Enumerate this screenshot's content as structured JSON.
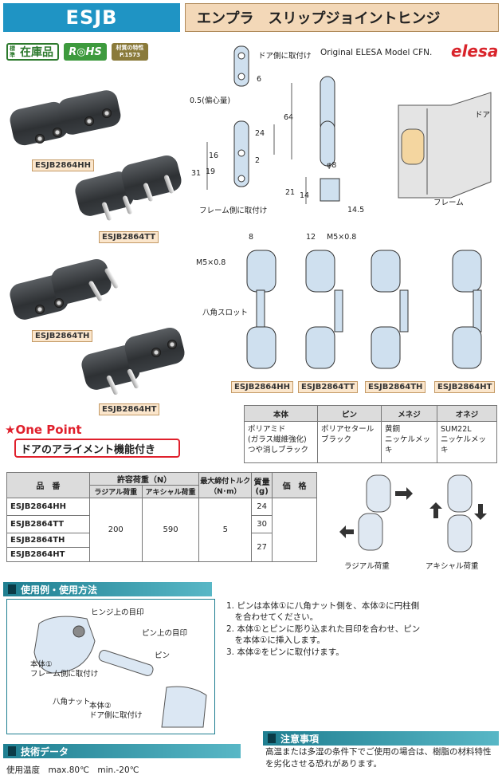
{
  "header": {
    "code": "ESJB",
    "title": "エンプラ　スリップジョイントヒンジ"
  },
  "badges": {
    "stock_small": "標準",
    "stock": "在庫品",
    "rohs": "R◎HS",
    "material_line1": "材質の特性",
    "material_line2": "P.1573"
  },
  "brand": {
    "original_text": "Original ELESA Model CFN.",
    "logo": "elesa"
  },
  "photos": [
    {
      "label": "ESJB2864HH"
    },
    {
      "label": "ESJB2864TT"
    },
    {
      "label": "ESJB2864TH"
    },
    {
      "label": "ESJB2864HT"
    }
  ],
  "drawing": {
    "door_side": "ドア側に取付け",
    "frame_side": "フレーム側に取付け",
    "offset": "0.5(偏心量)",
    "dim_6": "6",
    "dim_24": "24",
    "dim_2": "2",
    "dim_64": "64",
    "dim_31": "31",
    "dim_19": "19",
    "dim_16": "16",
    "dim_phi8": "φ8",
    "dim_21": "21",
    "dim_14": "14",
    "dim_145": "14.5",
    "dim_8": "8",
    "dim_12": "12",
    "thread_m5_a": "M5×0.8",
    "thread_m5_b": "M5×0.8",
    "hex_slot": "八角スロット",
    "door_label": "ドア",
    "frame_label": "フレーム",
    "variants": [
      "ESJB2864HH",
      "ESJB2864TT",
      "ESJB2864TH",
      "ESJB2864HT"
    ]
  },
  "material_table": {
    "headers": [
      "本体",
      "ピン",
      "メネジ",
      "オネジ"
    ],
    "row": [
      "ポリアミド\n(ガラス繊維強化)\nつや消しブラック",
      "ポリアセタール\nブラック",
      "黄銅\nニッケルメッキ",
      "SUM22L\nニッケルメッキ"
    ]
  },
  "one_point": {
    "title": "★One Point",
    "text": "ドアのアライメント機能付き"
  },
  "product_table": {
    "h_code": "品　番",
    "h_load": "許容荷重（N）",
    "h_radial": "ラジアル荷重",
    "h_axial": "アキシャル荷重",
    "h_torque": "最大締付トルク\n（N･m）",
    "h_mass": "質量\n(g)",
    "h_price": "価　格",
    "rows": [
      {
        "code": "ESJB2864HH",
        "mass": "24"
      },
      {
        "code": "ESJB2864TT",
        "mass": "30"
      },
      {
        "code": "ESJB2864TH",
        "mass": "27"
      },
      {
        "code": "ESJB2864HT",
        "mass": ""
      }
    ],
    "radial": "200",
    "axial": "590",
    "torque": "5"
  },
  "load_diagram": {
    "radial_label": "ラジアル荷重",
    "axial_label": "アキシャル荷重"
  },
  "usage": {
    "title": "使用例・使用方法",
    "mark_hinge": "ヒンジ上の目印",
    "mark_pin": "ピン上の目印",
    "pin": "ピン",
    "body1": "本体①\nフレーム側に取付け",
    "hex_nut": "八角ナット",
    "body2": "本体②\nドア側に取付け",
    "steps": [
      "1. ピンは本体①に八角ナット側を、本体②に円柱側\n　を合わせてください。",
      "2. 本体①とピンに彫り込まれた目印を合わせ、ピン\n　を本体①に挿入します。",
      "3. 本体②をピンに取付けます。"
    ]
  },
  "tech": {
    "title": "技術データ",
    "temp": "使用温度　max.80℃　min.-20℃"
  },
  "caution": {
    "title": "注意事項",
    "text": "高温または多湿の条件下でご使用の場合は、樹脂の材料特性を劣化させる恐れがあります。"
  }
}
